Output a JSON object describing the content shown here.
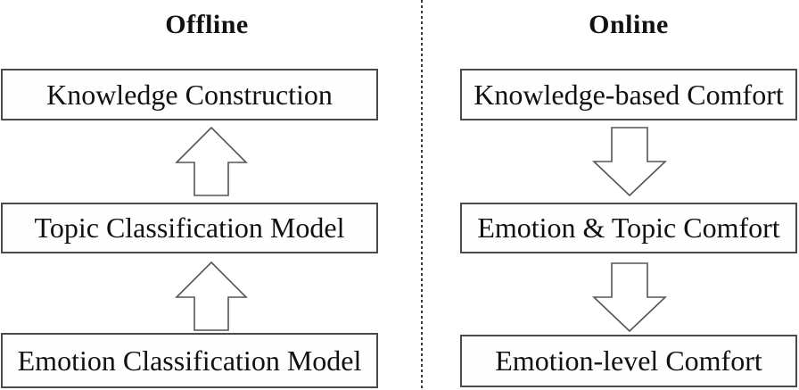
{
  "diagram": {
    "columns": [
      {
        "id": "offline",
        "title": "Offline",
        "flow_direction": "bottom-to-top",
        "arrow_icon": "up-block-arrow-icon",
        "boxes": [
          "Knowledge Construction",
          "Topic Classification Model",
          "Emotion Classification Model"
        ]
      },
      {
        "id": "online",
        "title": "Online",
        "flow_direction": "top-to-bottom",
        "arrow_icon": "down-block-arrow-icon",
        "boxes": [
          "Knowledge-based Comfort",
          "Emotion & Topic Comfort",
          "Emotion-level Comfort"
        ]
      }
    ],
    "divider_style": "dashed-vertical-line",
    "colors": {
      "background": "#ffffff",
      "box_fill": "#fefefe",
      "box_border": "#4a4a4a",
      "text": "#111111",
      "divider": "#3a3a3a",
      "arrow_outline": "#555555"
    }
  }
}
